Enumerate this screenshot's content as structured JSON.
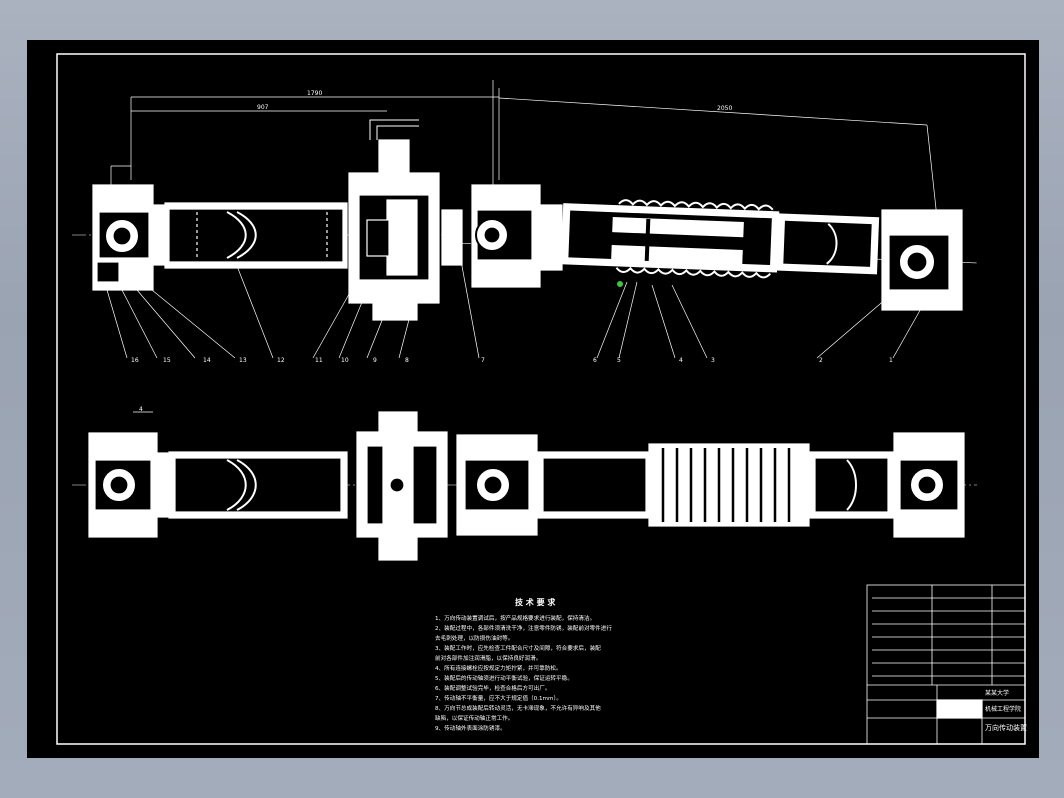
{
  "drawing": {
    "colors": {
      "background": "#000000",
      "line": "#ffffff",
      "viewer_bg": "#a0a8b6",
      "highlight": "#3cc83c"
    },
    "dimensions": {
      "overall_left": "1790",
      "left_inner": "907",
      "overall_right": "2050",
      "small_top": "4"
    },
    "balloons": [
      "16",
      "15",
      "14",
      "13",
      "12",
      "11",
      "10",
      "9",
      "8",
      "7",
      "6",
      "5",
      "4",
      "3",
      "2",
      "1"
    ],
    "tech_requirements": {
      "title": "技 术 要 求",
      "items": [
        "1、万向传动装置调试后，按产品规格要求进行装配，保持清洁。",
        "2、装配过程中，各部件须清洗干净，注意零件防锈，装配前对零件进行",
        "   去毛刺处理，以防损伤油封等。",
        "3、装配工作时，应先检查工件配合尺寸及间隙，符合要求后，装配",
        "   前对各部件加注润滑脂，以保持良好润滑。",
        "4、所有连接螺栓应按规定力矩拧紧，并可靠防松。",
        "5、装配后的传动轴须进行动平衡试验，保证运转平稳。",
        "6、装配调整试验完毕，检查合格后方可出厂。",
        "7、传动轴不平衡量，应不大于规定值（0.1mm）。",
        "8、万向节总成装配后转动灵活，无卡滞现象，不允许有异响及其他",
        "   缺陷，以保证传动轴正常工作。",
        "9、传动轴外表面涂防锈漆。"
      ]
    },
    "title_block": {
      "drawing_name": "万向传动装置",
      "school_line1": "某某大学",
      "school_line2": "机械工程学院"
    }
  }
}
